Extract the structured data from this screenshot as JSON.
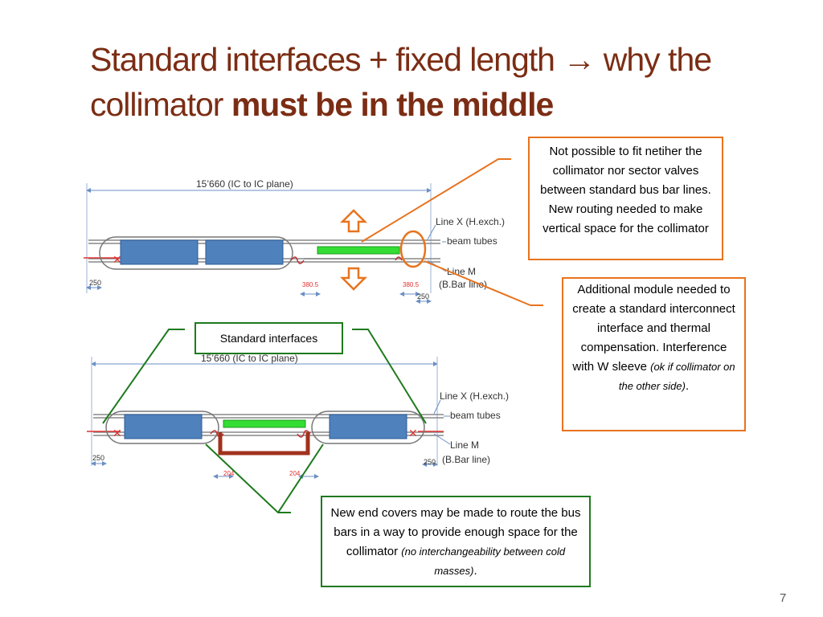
{
  "title": {
    "line1": "Standard interfaces + fixed length → why the",
    "line2_plain": "collimator ",
    "line2_bold": "must be in the middle"
  },
  "top_drawing": {
    "span_label": "15’660 (IC to IC plane)",
    "line_x": "Line X (H.exch.)",
    "beam_tubes": "beam tubes",
    "line_m": "Line M",
    "bbar": "(B.Bar line)",
    "dim_left": "250",
    "dim_right": "250",
    "dim_a": "380.5",
    "dim_b": "380.5"
  },
  "bottom_drawing": {
    "span_label": "15’660 (IC to IC plane)",
    "line_x": "Line X (H.exch.)",
    "beam_tubes": "beam tubes",
    "line_m": "Line M",
    "bbar": "(B.Bar line)",
    "dim_left": "250",
    "dim_right": "250",
    "dim_a": "204",
    "dim_b": "204"
  },
  "callouts": {
    "not_possible": "Not possible to fit netiher the collimator nor sector valves between standard bus bar lines. New routing needed to make vertical space for the collimator",
    "additional_module": "Additional module needed to create a standard interconnect interface and thermal compensation. Interference with W sleeve",
    "additional_module_note": "(ok if collimator on the other side)",
    "additional_module_end": ".",
    "standard_interfaces": "Standard interfaces",
    "new_end_covers": "New end covers may be made to route the bus bars in a way to provide enough space for the collimator",
    "new_end_covers_note": "(no interchangeability between cold masses)",
    "new_end_covers_end": "."
  },
  "colors": {
    "title": "#7b2d14",
    "orange": "#e8731e",
    "green_border": "#1e7a1e",
    "collimator_green": "#33dd33",
    "magnet_blue": "#4f81bd",
    "bus_bar_brown": "#a0321e"
  },
  "slide_number": "7"
}
